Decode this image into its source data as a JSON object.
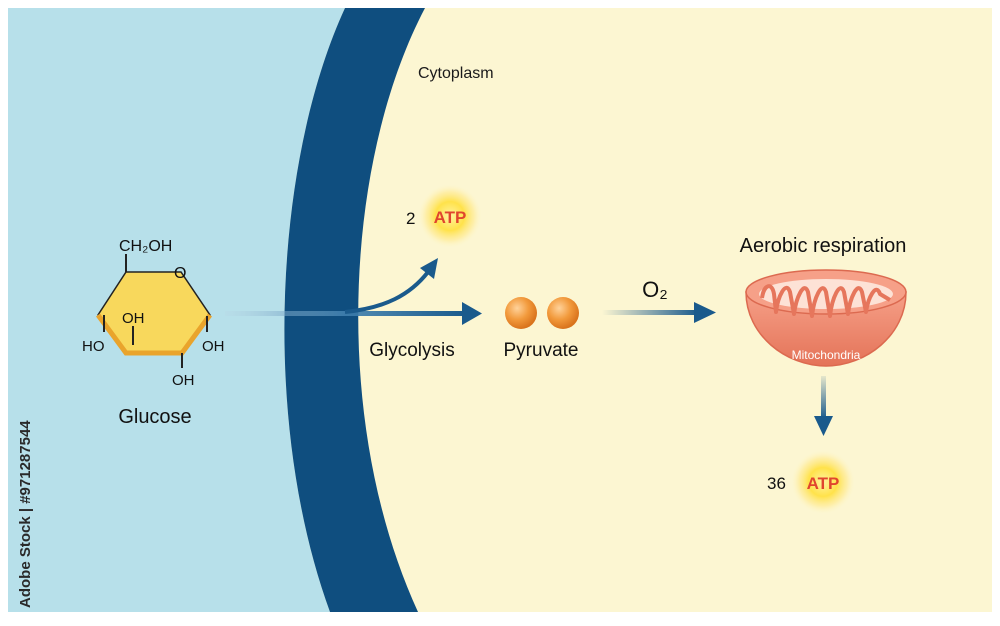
{
  "regions": {
    "cytoplasm_label": "Cytoplasm"
  },
  "glucose": {
    "name": "Glucose",
    "ch2oh": "CH₂OH",
    "ring_oxygen": "O",
    "oh_inner": "OH",
    "ho_left": "HO",
    "oh_right": "OH",
    "oh_bottom": "OH"
  },
  "glycolysis": {
    "label": "Glycolysis",
    "atp_count": "2",
    "atp_label": "ATP"
  },
  "pyruvate": {
    "label": "Pyruvate"
  },
  "oxygen": {
    "label": "O₂"
  },
  "aerobic": {
    "title": "Aerobic respiration",
    "organelle_label": "Mitochondria",
    "atp_count": "36",
    "atp_label": "ATP"
  },
  "watermark": {
    "side_text": "Adobe Stock | #971287544"
  },
  "colors": {
    "extracellular": "#b7e0ea",
    "membrane": "#0f4e7f",
    "cytoplasm": "#fcf6d2",
    "arrow": "#1a5a8c",
    "glucose_ring": "#f8d85c",
    "glucose_edge": "#e9a42c",
    "pyruvate": "#ef8a2c",
    "mitochondria": "#f08a70",
    "atp_glow": "#ffe34a",
    "atp_text": "#e0452e"
  }
}
